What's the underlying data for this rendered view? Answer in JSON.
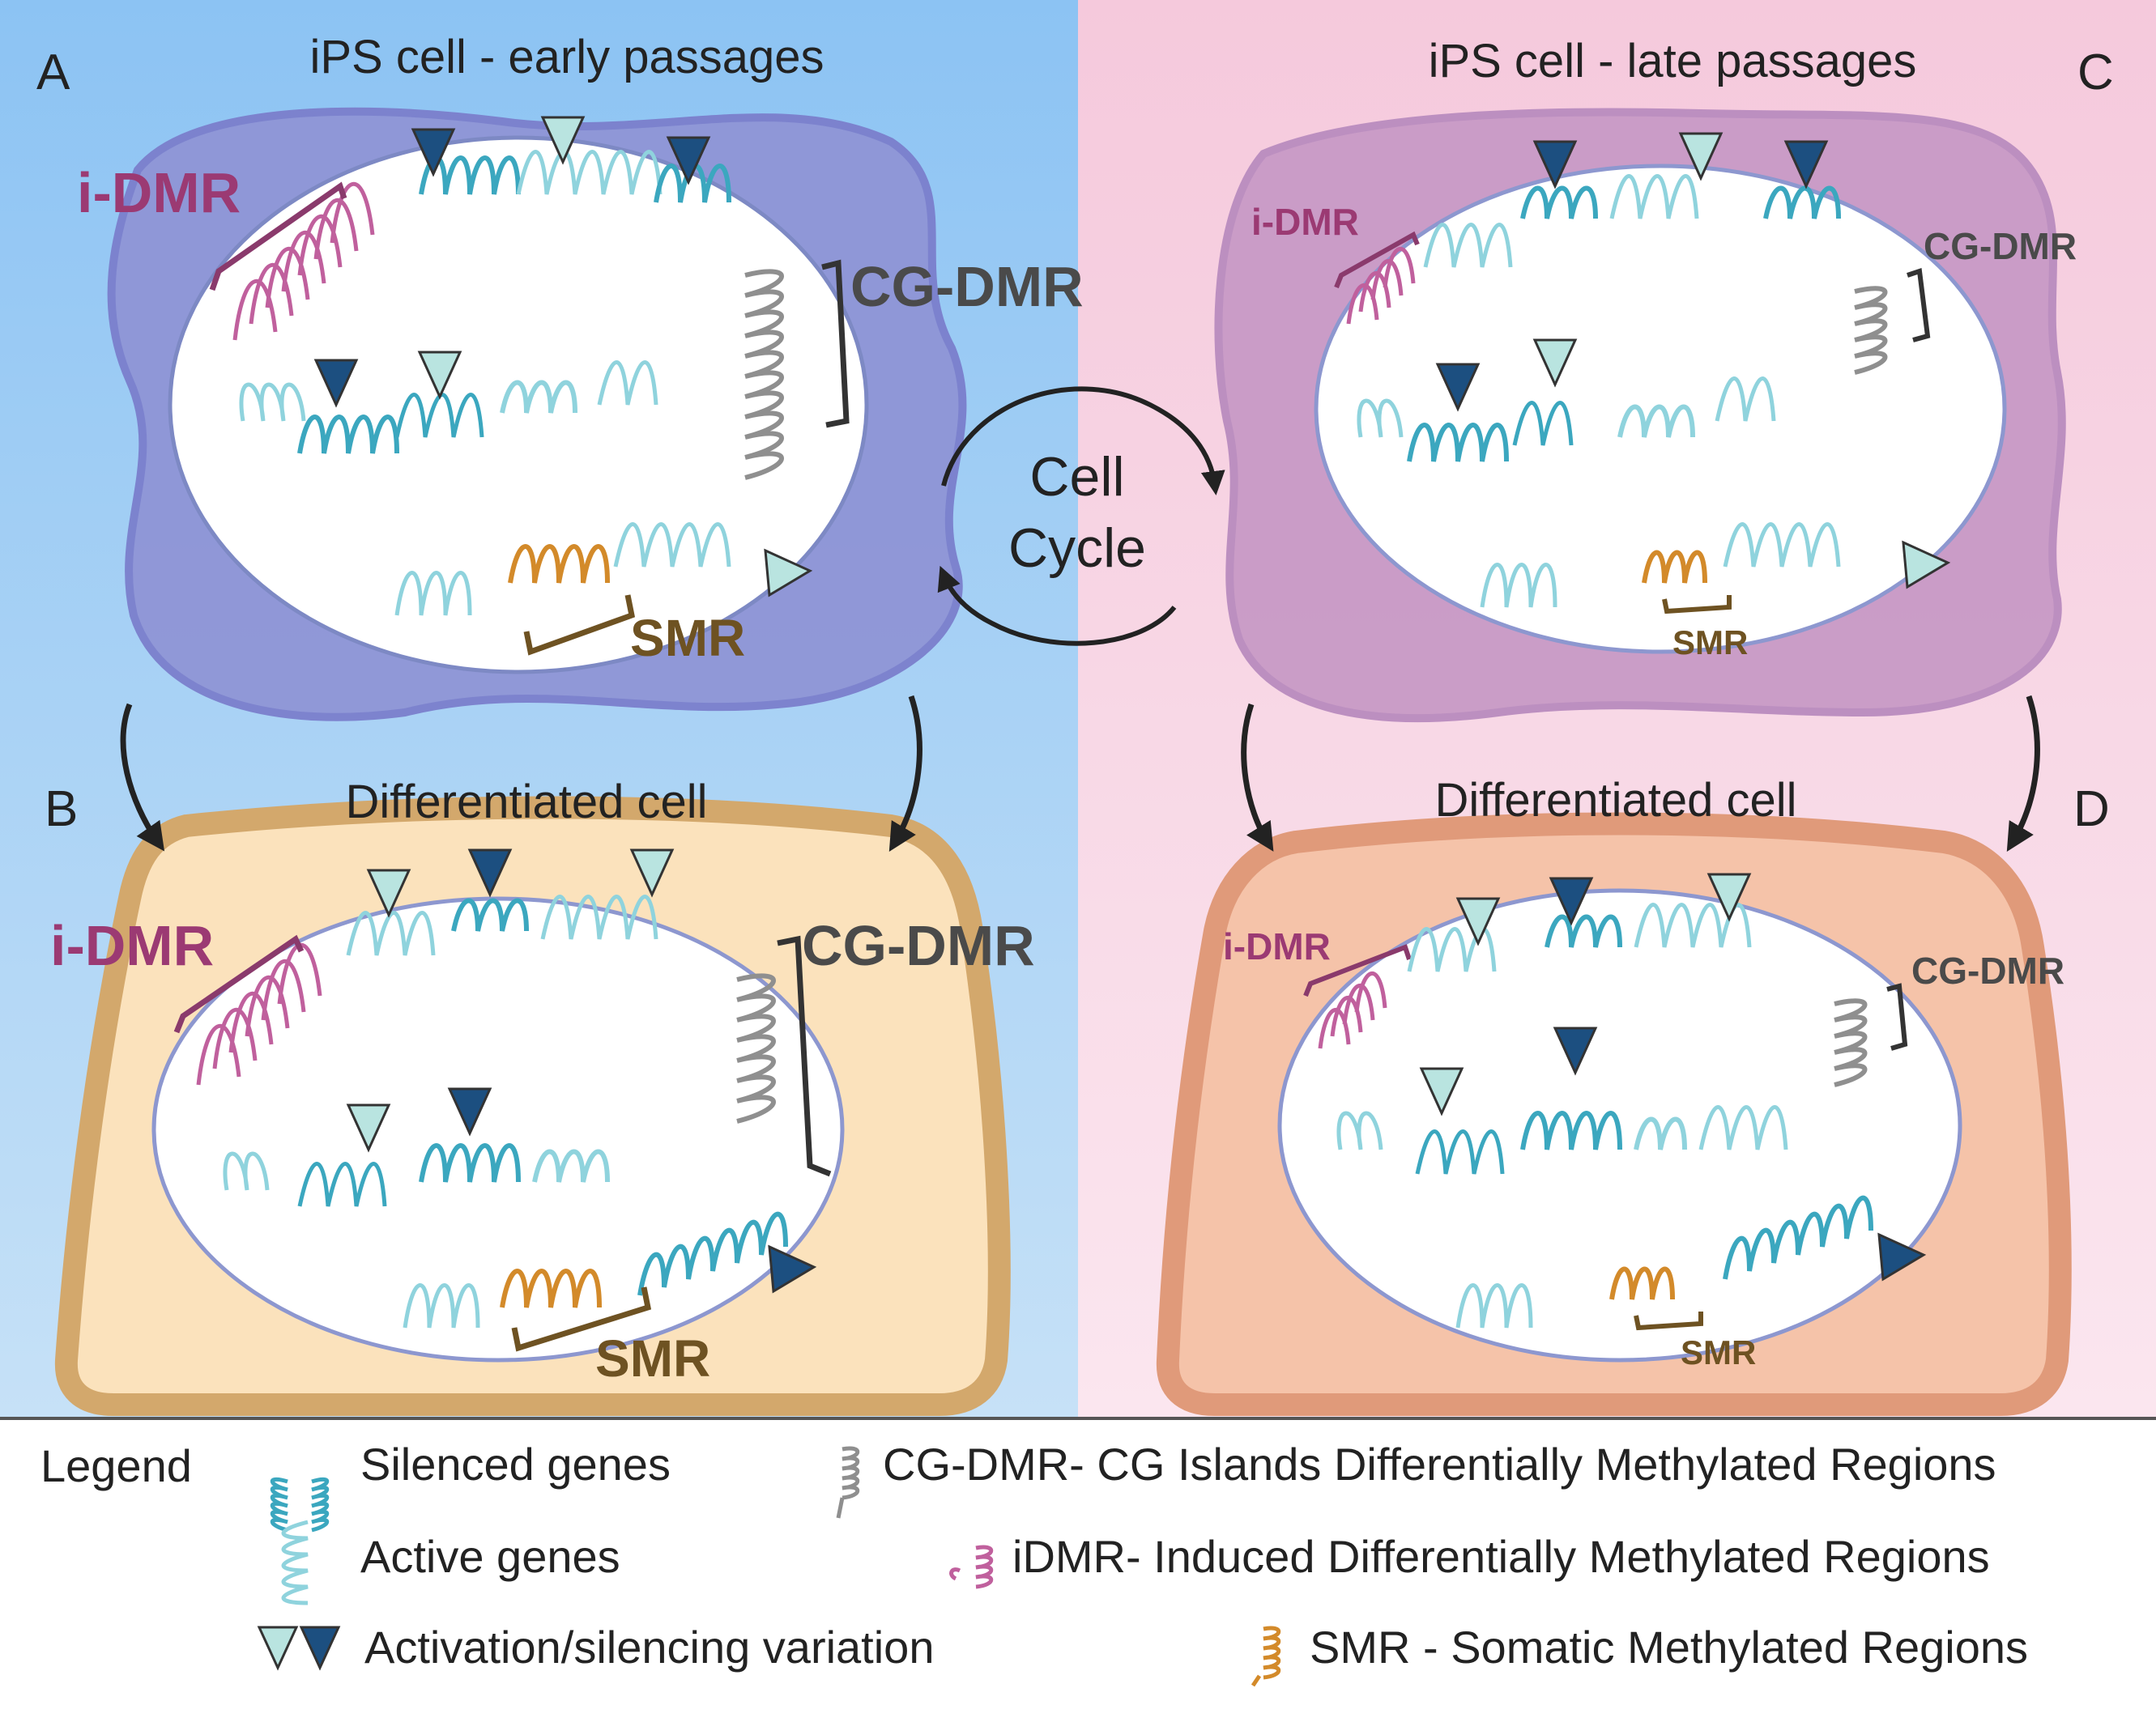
{
  "panels": {
    "a": {
      "letter": "A",
      "title": "iPS cell - early passages",
      "idmr": "i-DMR",
      "cgdmr": "CG-DMR",
      "smr": "SMR"
    },
    "b": {
      "letter": "B",
      "title": "Differentiated cell",
      "idmr": "i-DMR",
      "cgdmr": "CG-DMR",
      "smr": "SMR"
    },
    "c": {
      "letter": "C",
      "title": "iPS cell - late passages",
      "idmr": "i-DMR",
      "cgdmr": "CG-DMR",
      "smr": "SMR"
    },
    "d": {
      "letter": "D",
      "title": "Differentiated cell",
      "idmr": "i-DMR",
      "cgdmr": "CG-DMR",
      "smr": "SMR"
    }
  },
  "cycle": {
    "line1": "Cell",
    "line2": "Cycle"
  },
  "legend": {
    "title": "Legend",
    "silenced": "Silenced genes",
    "active": "Active genes",
    "variation": "Activation/silencing variation",
    "cgdmr": "CG-DMR- CG Islands Differentially Methylated Regions",
    "idmr": "iDMR- Induced Differentially Methylated Regions",
    "smr": "SMR - Somatic Methylated Regions"
  },
  "colors": {
    "left_bg": "#a9cff5",
    "right_bg": "#f7d7e4",
    "ips_early": "#8f94d6",
    "ips_late": "#c89ac6",
    "diff_b": "#fbe2bc",
    "diff_d": "#f5c3a9",
    "nucleus_edge": "#8c97cc",
    "silenced": "#3ba7bf",
    "active": "#8fd3dd",
    "idmr": "#c0609d",
    "cgdmr": "#8f8f8f",
    "smr": "#d38a2a",
    "marker_light": "#b9e4e0",
    "marker_dark": "#1c4f80",
    "idmr_label": "#9b3a73",
    "cgdmr_label": "#4a4a4a",
    "smr_label": "#6e5222"
  }
}
